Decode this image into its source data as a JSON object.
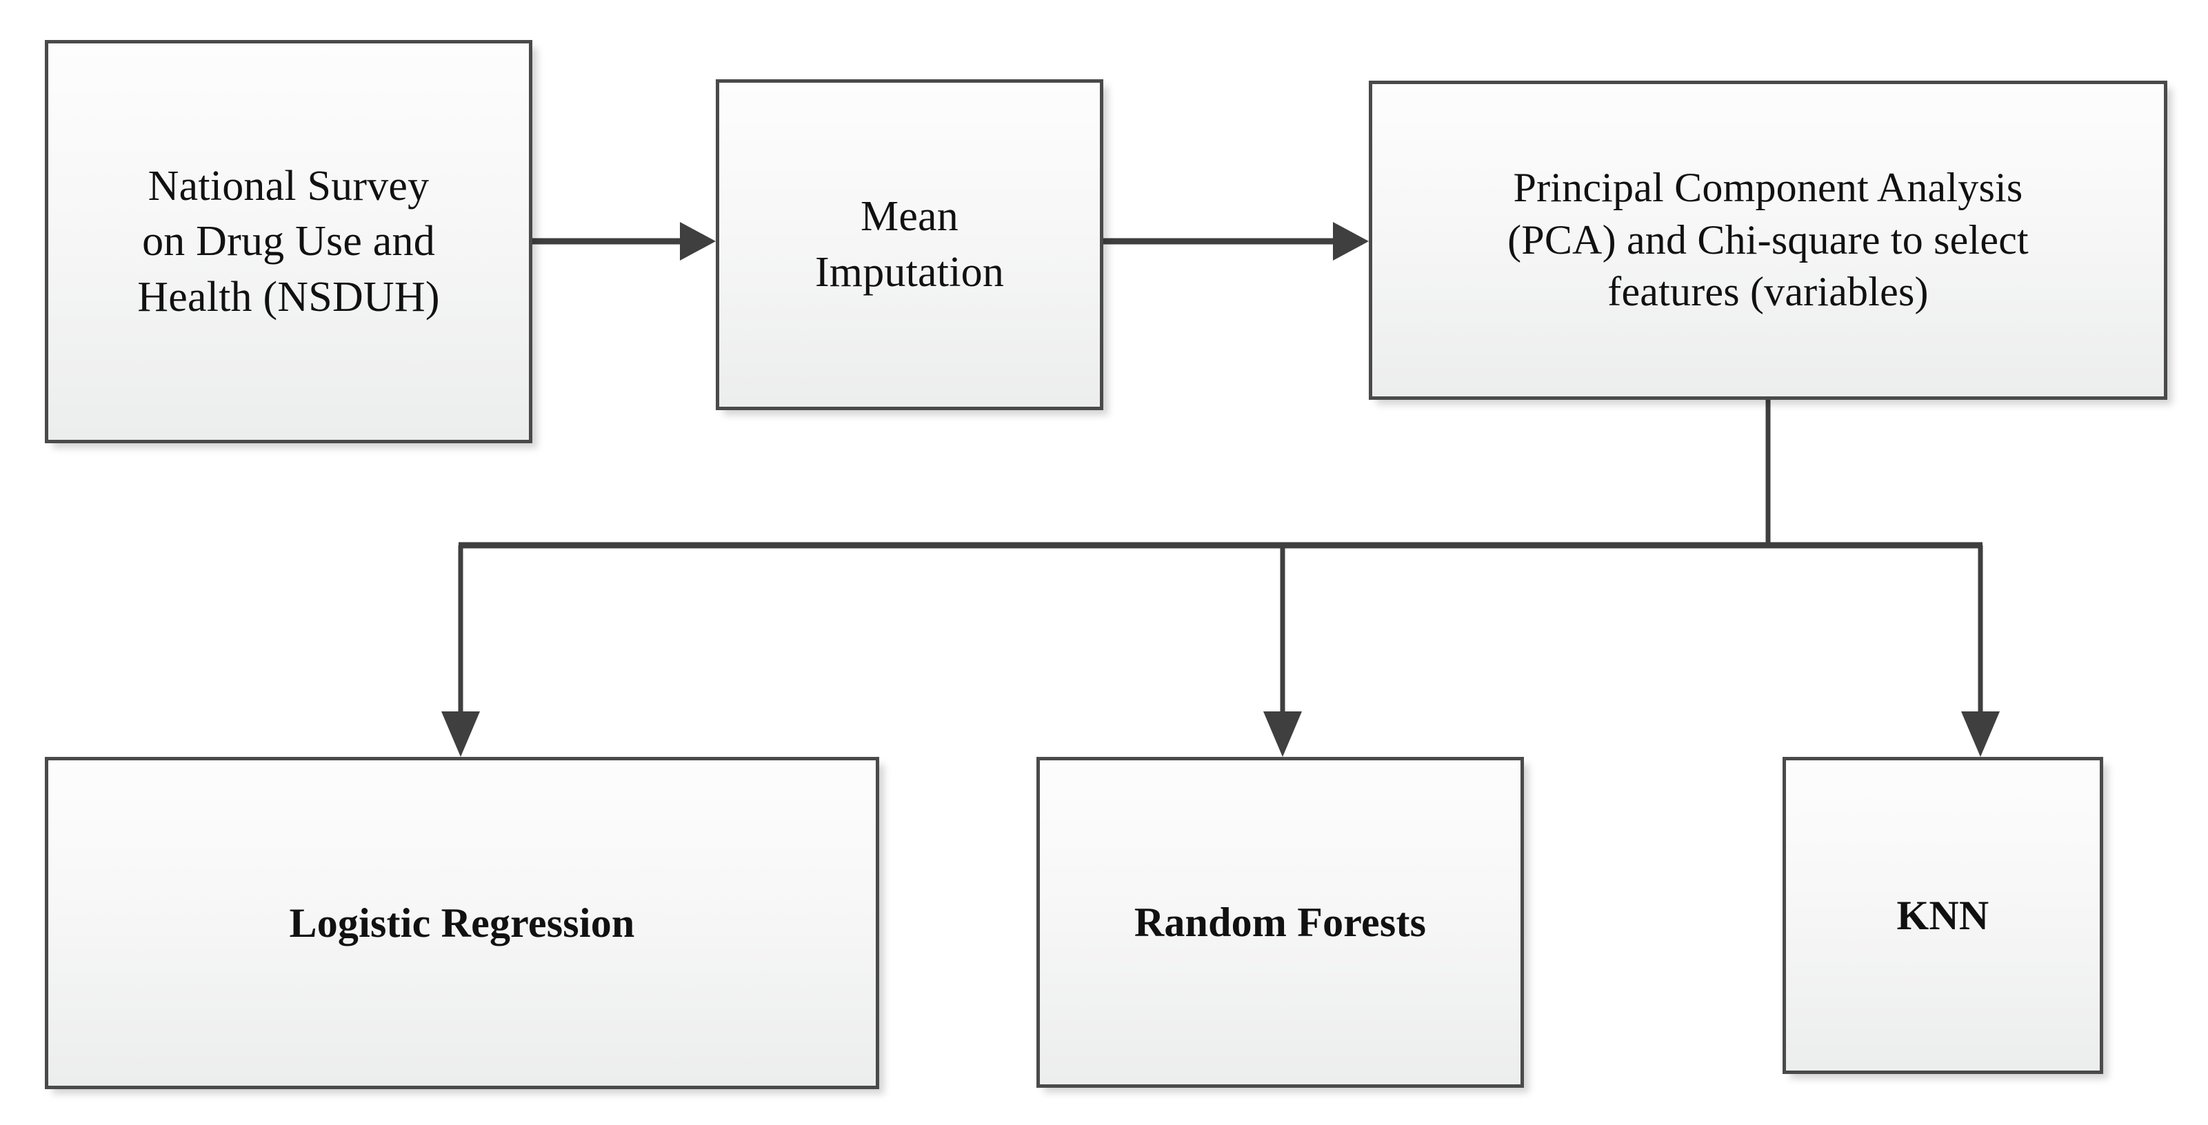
{
  "diagram": {
    "title": "Machine learning methodology flowchart",
    "background_color": "#ffffff",
    "box_border_color": "#4a4a4a",
    "connector_color": "#3f3f3f",
    "text_color": "#111111",
    "nodes": [
      {
        "id": "source",
        "label": "National Survey\non Drug Use and\nHealth (NSDUH)",
        "row": "top",
        "order": 1
      },
      {
        "id": "impute",
        "label": "Mean\nImputation",
        "row": "top",
        "order": 2
      },
      {
        "id": "feature",
        "label": "Principal Component Analysis\n(PCA) and Chi-square to select\nfeatures (variables)",
        "row": "top",
        "order": 3
      },
      {
        "id": "logreg",
        "label": "Logistic Regression",
        "row": "bottom",
        "order": 1
      },
      {
        "id": "rf",
        "label": "Random Forests",
        "row": "bottom",
        "order": 2
      },
      {
        "id": "knn",
        "label": "KNN",
        "row": "bottom",
        "order": 3
      }
    ],
    "connectors": [
      {
        "id": "source-to-impute",
        "from": "source",
        "to": "impute",
        "kind": "arrow-right"
      },
      {
        "id": "impute-to-feature",
        "from": "impute",
        "to": "feature",
        "kind": "arrow-right"
      },
      {
        "id": "feature-to-logreg",
        "from": "feature",
        "to": "logreg",
        "kind": "arrow-down-branch"
      },
      {
        "id": "feature-to-rf",
        "from": "feature",
        "to": "rf",
        "kind": "arrow-down-branch"
      },
      {
        "id": "feature-to-knn",
        "from": "feature",
        "to": "knn",
        "kind": "arrow-down-branch"
      }
    ]
  }
}
